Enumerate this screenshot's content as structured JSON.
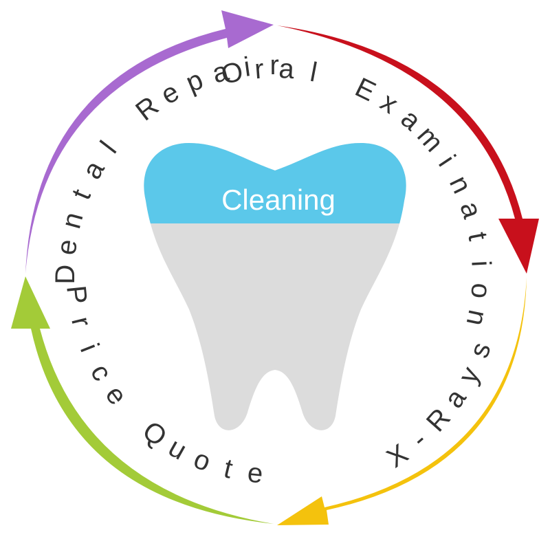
{
  "center": {
    "label": "Cleaning",
    "crown_color": "#5bc8ea",
    "root_color": "#dcdcdc"
  },
  "cycle": [
    {
      "label": "Oral Examination",
      "color": "#c8101c"
    },
    {
      "label": "X-Rays",
      "color": "#f4c20d"
    },
    {
      "label": "Price Quote",
      "color": "#a3cb38"
    },
    {
      "label": "Dental Repair",
      "color": "#a86ad0"
    }
  ]
}
